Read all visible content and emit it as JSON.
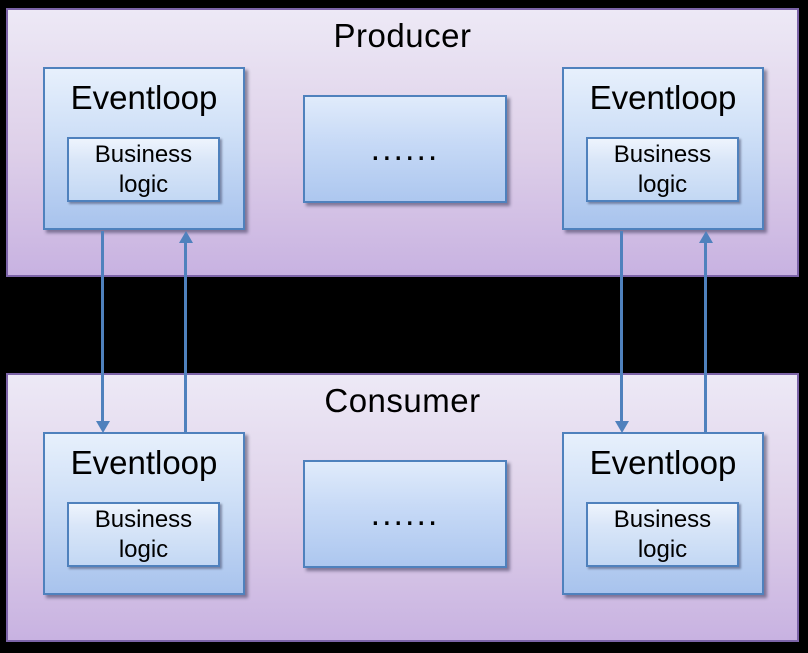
{
  "panels": [
    {
      "title": "Producer",
      "eventloops": [
        {
          "label": "Eventloop",
          "business_line1": "Business",
          "business_line2": "logic"
        },
        {
          "label": "Eventloop",
          "business_line1": "Business",
          "business_line2": "logic"
        }
      ],
      "ellipsis": "......"
    },
    {
      "title": "Consumer",
      "eventloops": [
        {
          "label": "Eventloop",
          "business_line1": "Business",
          "business_line2": "logic"
        },
        {
          "label": "Eventloop",
          "business_line1": "Business",
          "business_line2": "logic"
        }
      ],
      "ellipsis": "......"
    }
  ],
  "arrows": [
    {
      "from": "producer-left-eventloop",
      "to": "consumer-left-eventloop",
      "direction": "down"
    },
    {
      "from": "consumer-left-eventloop",
      "to": "producer-left-eventloop",
      "direction": "up"
    },
    {
      "from": "producer-right-eventloop",
      "to": "consumer-right-eventloop",
      "direction": "down"
    },
    {
      "from": "consumer-right-eventloop",
      "to": "producer-right-eventloop",
      "direction": "up"
    }
  ],
  "colors": {
    "background": "#000000",
    "panel_border": "#7c64a8",
    "panel_gradient_top": "#ede9f6",
    "panel_gradient_bottom": "#c8b2e1",
    "box_border": "#4f81bd",
    "box_gradient_top": "#e7f0fc",
    "box_gradient_bottom": "#a8c3ed",
    "arrow": "#4f81bd",
    "text": "#000000"
  }
}
